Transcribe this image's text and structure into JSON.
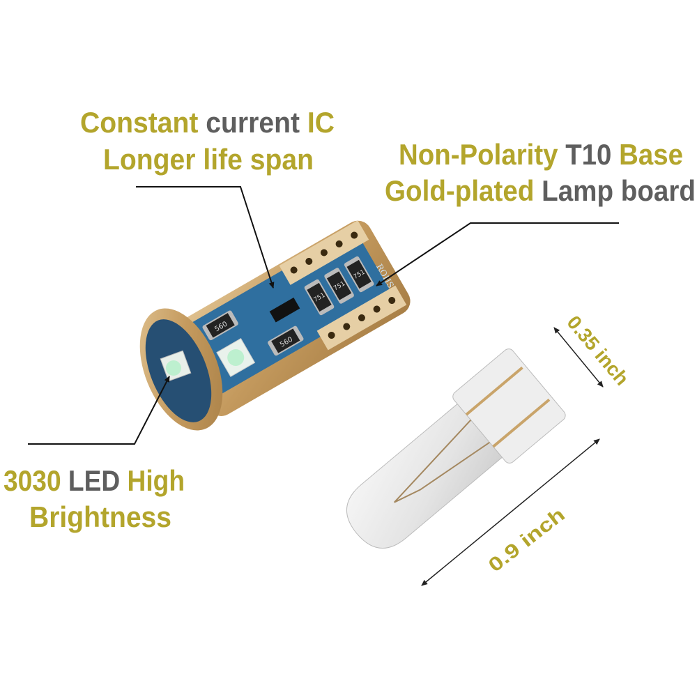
{
  "colors": {
    "accent_olive": "#b3a52c",
    "accent_gray": "#5e5e5e",
    "pcb_blue": "#2f6f9f",
    "gold": "#c9a46a"
  },
  "callouts": {
    "ic": {
      "line1": [
        {
          "text": "Constant ",
          "color": "olive"
        },
        {
          "text": "current ",
          "color": "gray"
        },
        {
          "text": "IC",
          "color": "olive"
        }
      ],
      "line2": [
        {
          "text": "Longer life span",
          "color": "olive"
        }
      ]
    },
    "base": {
      "line1": [
        {
          "text": "Non-Polarity ",
          "color": "olive"
        },
        {
          "text": "T10 ",
          "color": "gray"
        },
        {
          "text": "Base",
          "color": "olive"
        }
      ],
      "line2": [
        {
          "text": "Gold-plated ",
          "color": "olive"
        },
        {
          "text": "Lamp board",
          "color": "gray"
        }
      ]
    },
    "led": {
      "line1": [
        {
          "text": "3030 ",
          "color": "olive"
        },
        {
          "text": "LED ",
          "color": "gray"
        },
        {
          "text": "High",
          "color": "olive"
        }
      ],
      "line2": [
        {
          "text": "Brightness",
          "color": "olive"
        }
      ]
    }
  },
  "dimensions": {
    "width": "0.35 inch",
    "length": "0.9 inch"
  },
  "pcb_markings": {
    "brand": "ROHS",
    "resistors": [
      "560",
      "560",
      "751",
      "751",
      "751"
    ]
  }
}
